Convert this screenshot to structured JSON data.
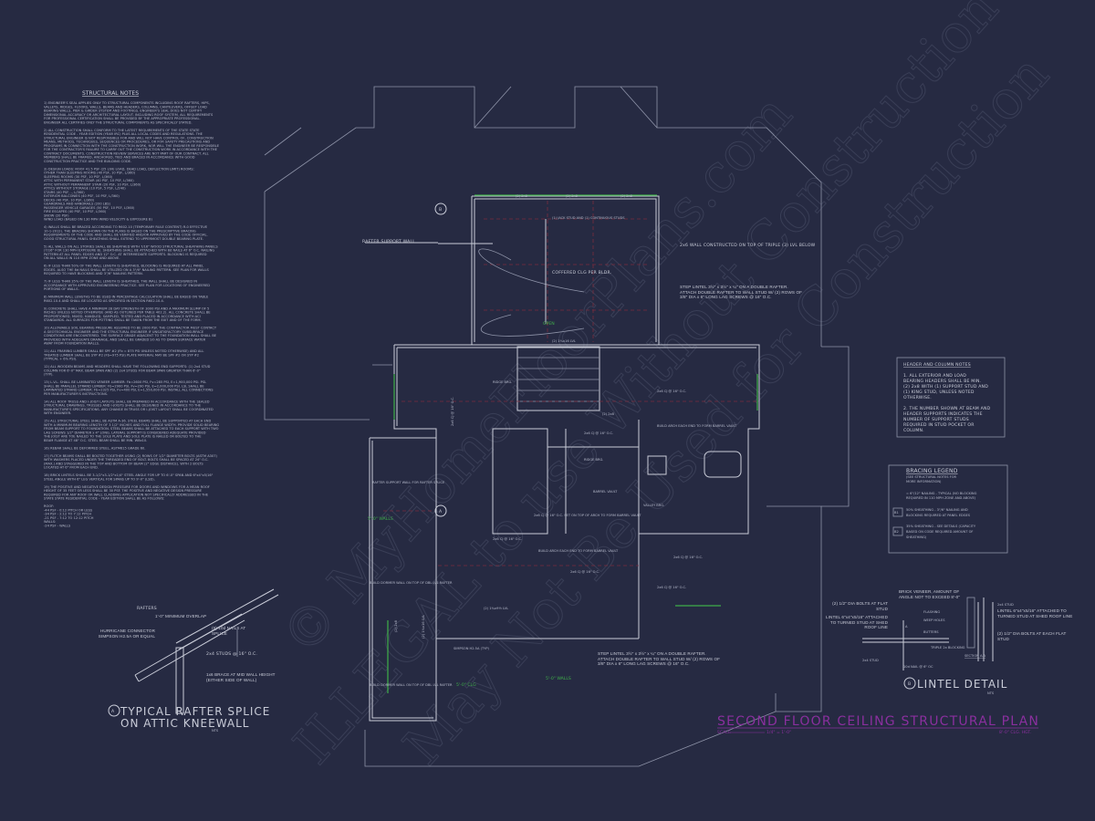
{
  "watermark": {
    "line1": "© MyHomeFloorPlans.com",
    "line2": "ILLEGAL to use Without Construction",
    "line3": "May Not Be Used for Construction"
  },
  "structural_notes": {
    "title": "STRUCTURAL NOTES",
    "lines": [
      "1) ENGINEER'S SEAL APPLIES ONLY TO STRUCTURAL COMPONENTS INCLUDING ROOF RAFTERS, HIPS,",
      "VALLEYS, RIDGES, FLOORS, WALLS, BEAMS AND HEADERS, COLUMNS, CANTILEVERS, OFFSET LOAD",
      "BEARING WALLS, PIER & GIRDER SYSTEM AND FOOTINGS. ENGINEER'S SEAL DOES NOT CERTIFY",
      "DIMENSIONAL ACCURACY OR ARCHITECTURAL LAYOUT. INCLUDING ROOF SYSTEM, ALL REQUIREMENTS",
      "FOR PROFESSIONAL CERTIFICATION SHALL BE PROVIDED BY THE APPROPRIATE PROFESSIONAL.",
      "ENGINEER ALL CERTIFIES ONLY THE STRUCTURAL COMPONENTS AS SPECIFICALLY STATED.",
      "",
      "2) ALL CONSTRUCTION SHALL CONFORM TO THE LATEST REQUIREMENTS OF THE STATE STATE",
      "RESIDENTIAL CODE - YEAR EDITION (YEAR IRC) PLUS ALL LOCAL CODES AND REGULATIONS. THE",
      "STRUCTURAL ENGINEER IS NOT RESPONSIBLE FOR AND WILL NOT HAVE CONTROL OF, CONSTRUCTION",
      "MEANS, METHODS, TECHNIQUES, SEQUENCES OR PROCEDURES, OR FOR SAFETY PRECAUTIONS AND",
      "PROGRAMS IN CONNECTION WITH THE CONSTRUCTION WORK, NOR WILL THE ENGINEER BE RESPONSIBLE",
      "FOR THE CONTRACTOR'S FAILURE TO CARRY OUT THE CONSTRUCTION WORK IN ACCORDANCE WITH THE",
      "CONTRACT DOCUMENTS. CONSTRUCTION REVIEW SERVICES ARE NOT PART OF OUR CONTRACT. ALL",
      "MEMBERS SHALL BE FRAMED, ANCHORED, TIED AND BRACED IN ACCORDANCE WITH GOOD",
      "CONSTRUCTION PRACTICE AND THE BUILDING CODE.",
      "",
      "3) DESIGN LOADS: ROOF 41.5 PSF (25 LIVE LOAD, DEAD LOAD, DEFLECTION LIMIT) ROOMS:",
      "OTHER THAN SLEEPING ROOMS (40 PSF, 10 PSF, L/360)",
      "SLEEPING ROOMS (30 PSF, 10 PSF, L/360)",
      "ATTIC WITH PERMANENT STAIR (40 PSF, 10 PSF, L/360)",
      "ATTIC WITHOUT PERMANENT STAIR (20 PSF, 10 PSF, L/360)",
      "ATTICS WITHOUT STORAGE (10 PSF, 5 PSF, L/240)",
      "STAIRS (40 PSF, -, L/360)",
      "EXTERIOR BALCONIES (40 PSF, 10 PSF, L/360)",
      "DECKS (40 PSF, 10 PSF, L/360)",
      "GUARDRAILS AND HANDRAILS (200 LBS)",
      "PASSENGER VEHICLE GARAGES (50 PSF, 10 PSF, L/360)",
      "FIRE ESCAPES (40 PSF, 10 PSF, L/360)",
      "SNOW (20 PSF)",
      "WIND LOAD (BASED ON 130 MPH WIND VELOCITY & EXPOSURE B)",
      "",
      "4) WALLS SHALL BE BRACED ACCORDING TO R602.10 (TEMPORARY RULE CONTENT) R-0 EFFECTIVE",
      "10-1-2012). THE BRACING SHOWN ON THE PLANS IS BASED ON THE PRESCRIPTIVE BRACING",
      "REQUIREMENTS OF THE CODE AND SHALL BE VERIFIED AND/OR APPROVED BY THE CODE OFFICIAL.",
      "GOOD STRUCTURAL PANEL SHEATHING SHALL EXTEND TO UPPERMOST DOUBLE BEARING PLATE.",
      "",
      "5) ALL WALLS ON ALL STORIES SHALL BE SHEATHED WITH 7/16\" WOOD STRUCTURAL SHEATHING PANELS",
      "(7/16\" FOR 130 MPH EXPOSURE B). SHEATHING SHALL BE ATTACHED WITH 8d NAILS AT 6\" O.C. NAILING",
      "PATTERN AT ALL PANEL EDGES AND 12\" O.C. AT INTERMEDIATE SUPPORTS. BLOCKING IS REQUIRED",
      "ON ALL WALLS IN 110 MPH ZONE AND ABOVE.",
      "",
      "6) IF LESS THAN 50% OF THE WALL LENGTH IS SHEATHED, BLOCKING IS REQUIRED AT ALL PANEL",
      "EDGES. ALSO THE 8d NAILS SHALL BE UTILIZED ON A 3\"/6\" NAILING PATTERN. SEE PLAN FOR WALLS",
      "REQUIRED TO HAVE BLOCKING AND 3\"/6\" NAILING PATTERN.",
      "",
      "7) IF LESS THAN 35% OF THE WALL LENGTH IS SHEATHED, THE WALL SHALL BE DESIGNED IN",
      "ACCORDANCE WITH APPROVED ENGINEERING PRACTICE. SEE PLAN FOR LOCATIONS OF ENGINEERED",
      "PORTIONS OF WALLS.",
      "",
      "8) MINIMUM WALL LENGTHS TO BE USED IN PERCENTAGE CALCULATION SHALL BE BASED ON TABLE",
      "R602.10.4 AND SHALL BE LOCATED AS SPECIFIED IN SECTION R602.10.4.",
      "",
      "9) CONCRETE SHALL HAVE A MINIMUM 28 DAY STRENGTH OF 3000 PSI AND A MAXIMUM SLUMP OF 5",
      "INCHES UNLESS NOTED OTHERWISE (AND AS OUTLINED PER TABLE 402.2). ALL CONCRETE SHALL BE",
      "PROPORTIONED, MIXED, HANDLED, SAMPLED, TESTED AND PLACED IN ACCORDANCE WITH ACI",
      "STANDARDS. ALL SURFACES FOR POTTING SHALL BE TAKEN FROM THE EXIT AND OF THE FORM.",
      "",
      "10) ALLOWABLE SOIL BEARING PRESSURE ASSUMED TO BE 2000 PSF. THE CONTRACTOR MUST CONTACT",
      "A GEOTECHNICAL ENGINEER AND THE STRUCTURAL ENGINEER IF UNSATISFACTORY SUBSURFACE",
      "CONDITIONS ARE ENCOUNTERED. THE SURFACE GRADE ADJACENT TO THE FOUNDATION WALL SHALL BE",
      "PROVIDED WITH ADEQUATE DRAINAGE, AND SHALL BE GRADED SO AS TO DRAIN SURFACE WATER",
      "AWAY FROM FOUNDATION WALLS.",
      "",
      "11) ALL FRAMING LUMBER SHALL BE SPF #2 (Fb = 875 PSI UNLESS NOTED OTHERWISE) AND ALL",
      "TREATED LUMBER SHALL BE SYP #2 (Fb=975 PSI) PLATE MATERIAL MAY BE SPF #2 OR SYP #2",
      "(TYPICAL + 6% PSI).",
      "",
      "12) ALL WOODEN BEAMS AND HEADERS SHALL HAVE THE FOLLOWING END SUPPORTS: (1) 2x4 STUD",
      "COLUMN FOR 6'-0\" MAX. BEAM SPAN AND (2) 2x4 STUDS FOR BEAM SPAN GREATER THAN 6'-0\"",
      "(TYP).",
      "",
      "13) L.V.L. SHALL BE LAMINATED VENEER LUMBER: Fb=2600 PSI, Fv=285 PSI, E=1,900,000 PSI. PSL",
      "SHALL BE PARALLEL STRAND LUMBER: Fb=2900 PSI, Fv=290 PSI, E=2,000,000 PSI. LSL SHALL BE",
      "LAMINATED STRAND LUMBER: Fb=2325 PSI, Fv=400 PSI, E=1,550,000 PSI. INSTALL ALL CONNECTIONS",
      "PER MANUFACTURER'S INSTRUCTIONS.",
      "",
      "14) ALL ROOF TRUSS AND I-JOIST LAYOUTS SHALL BE PREPARED IN ACCORDANCE WITH THE SEALED",
      "STRUCTURAL DRAWINGS. TRUSSES AND I-JOISTS SHALL BE DESIGNED IN ACCORDANCE TO THE",
      "MANUFACTURE'S SPECIFICATIONS. ANY CHANGE IN TRUSS OR I-JOIST LAYOUT SHALL BE COORDINATED",
      "WITH ENGINEER.",
      "",
      "15) ALL STRUCTURAL STEEL SHALL BE ASTM A-36. STEEL BEAMS SHALL BE SUPPORTED AT EACH END",
      "WITH A MINIMUM BEARING LENGTH OF 3 1/2\" INCHES AND FULL FLANGE WIDTH. PROVIDE SOLID BEARING",
      "FROM BEAM SUPPORT TO FOUNDATION. STEEL BEAMS SHALL BE ATTACHED TO EACH SUPPORT WITH TWO",
      "LAG SCREWS 1/2\" DIAMETER x 4\" LONG. LATERAL SUPPORT IS CONSIDERED ADEQUATE PROVIDED",
      "THE JOIST ARE TOE NAILED TO THE SOLE PLATE AND SOLE PLATE IS NAILED OR BOLTED TO THE",
      "BEAM FLANGE AT 48\" O.C. STEEL BEAM SHALL BE MIN. W8x10.",
      "",
      "16) REBAR SHALL BE DEFORMED STEEL, ASTM615 GRADE 60.",
      "",
      "17) FLITCH BEAMS SHALL BE BOLTED TOGETHER USING (2) ROWS OF 1/2\" DIAMETER BOLTS (ASTM A307)",
      "WITH WASHERS PLACED UNDER THE THREADED END OF BOLT. BOLTS SHALL BE SPACED AT 24\" O.C.",
      "(MAX.) AND STAGGERED IN THE TOP AND BOTTOM OF BEAM (2\" EDGE DISTANCE). WITH 2 BOLTS",
      "LOCATED AT 6\" FROM EACH END.",
      "",
      "18) BRICK LINTELS SHALL BE 3-1/2\"x3-1/2\"x1/4\" STEEL ANGLE FOR UP TO 6'-0\" SPAN AND 6\"x4\"x5/16\"",
      "STEEL ANGLE WITH 6\" LEG VERTICAL FOR SPANS UP TO 9'-0\" (LSD).",
      "",
      "19) THE POSITIVE AND NEGATIVE DESIGN PRESSURE FOR DOORS AND WINDOWS FOR A MEAN ROOF",
      "HEIGHT OF 35 FEET OR LESS SHALL BE 30 PSF. THE POSITIVE AND NEGATIVE DESIGN PRESSURE",
      "REQUIRED FOR ANY ROOF OR WALL CLADDING APPLICATION NOT SPECIFICALLY ADDRESSED IN THE",
      "STATE STATE RESIDENTIAL CODE - YEAR EDITION SHALL BE AS FOLLOWS:",
      "",
      "ROOF:",
      "  -44 PSF - 0:12 PITCH OR LESS",
      "  -34 PSF - 2:12 TO 7:12 PITCH",
      "  -21 PSF - 7:12 TO 12:12 PITCH",
      "WALLS:",
      "  -24 PSF - WALLS"
    ]
  },
  "rafter_detail": {
    "labels": {
      "rafters": "RAFTERS",
      "overlap": "1'-0\" MINIMUM OVERLAP",
      "hurricane": "HURRICANE CONNECTOR SIMPSON H2.5A OR EQUAL",
      "nails": "(6) 10d NAILS AT SPLICE",
      "studs": "2x4 STUDS @ 16\" O.C.",
      "brace": "1x6 BRACE AT MID WALL HEIGHT (EITHER SIDE OF WALL)"
    },
    "marker": "A",
    "title_line1": "TYPICAL RAFTER SPLICE",
    "title_line2": "ON ATTIC KNEEWALL",
    "scale": "NTS"
  },
  "header_notes": {
    "title": "HEADER AND COLUMN NOTES",
    "note1": [
      "1. ALL EXTERIOR AND LOAD",
      "BEARING HEADERS SHALL BE MIN.",
      "(2) 2x8 WITH (1) SUPPORT STUD AND",
      "(1) KING STUD, UNLESS NOTED",
      "OTHERWISE."
    ],
    "note2": [
      "2. THE NUMBER SHOWN AT BEAM AND",
      "HEADER SUPPORTS INDICATES THE",
      "NUMBER OF SUPPORT STUDS",
      "REQUIRED IN STUD POCKET OR",
      "COLUMN."
    ]
  },
  "bracing_legend": {
    "title": "BRACING LEGEND",
    "subtitle": [
      "(SEE STRUCTURAL NOTES FOR",
      "MORE INFORMATION)"
    ],
    "item0": [
      "= 6\"/12\" NAILING - TYPICAL (NO BLOCKING",
      "REQUIRED IN 110 MPH ZONE AND ABOVE)"
    ],
    "item1_tag": "B1",
    "item1": [
      "50% SHEATHING - 3\"/6\" NAILING AND",
      "BLOCKING REQUIRED AT PANEL EDGES"
    ],
    "item2_tag": "B2",
    "item2": [
      "35% SHEATHING - SEE DETAILS (CAPACITY",
      "BASED ON CODE REQUIRED AMOUNT OF",
      "SHEATHING)"
    ]
  },
  "lintel_detail": {
    "labels": {
      "brick": "BRICK VENEER, AMOUNT OF ANGLE NOT TO EXCEED 8'-0\"",
      "flashing": "FLASHING",
      "weep": "WEEP HOLES",
      "butters": "BUTTERS",
      "stud_top": "2x4 STUD",
      "lintel_right": "LINTEL 6\"x4\"x5/16\" ATTACHED TO TURNED STUD AT SHED ROOF LINE",
      "bolts_left": "(2) 1/2\" DIA BOLTS AT FLAT STUD",
      "lintel_left": "LINTEL 6\"x4\"x5/16\" ATTACHED TO TURNED STUD AT SHED ROOF LINE",
      "bolts_right": "(2) 1/2\" DIA BOLTS AT EACH FLAT STUD",
      "triple": "TRIPLE 2x BLOCKING",
      "stud_bottom": "2x4 STUD",
      "nail": "10d NAIL @ 6\" OC",
      "section": "SECTION A-A",
      "cut": "A"
    },
    "marker": "B",
    "title": "LINTEL DETAIL",
    "scale": "NTS"
  },
  "plan": {
    "labels": {
      "rafter_support_wall": "RAFTER SUPPORT WALL",
      "hdr1": "(2) 2x8",
      "hdr2": "(2) 2x8",
      "hdr3": "(2) 2x8",
      "jack": "(1) JACK STUD AND (1) CONTINUOUS STUDS",
      "wall_2x6": "2x6 WALL CONSTRUCTED ON TOP OF TRIPLE (3) LVL BELOW",
      "coffered": "COFFERED CLG PER BLDR.",
      "open": "OPEN",
      "step": "STEP LINTEL 3½\" x 3½\" x ¼\" ON A DOUBLE RAFTER. ATTACH DOUBLE RAFTER TO WALL STUD W/ (2) ROWS OF 3/8\" DIA x 6\" LONG LAG SCREWS @ 16\" O.C.",
      "lvl_top": "(2) 1¾x16 LVL",
      "ridge": "RIDGE BRG.",
      "cj_left": "2x6 CJ @ 16\" O.C.",
      "cj_mid": "2x6 CJ @ 16\" O.C.",
      "cj_mid2": "(2) 2x8",
      "arch_right": "BUILD ARCH EACH END TO FORM BARREL VAULT",
      "cj_a": "2x6 CJ @ 16\" O.C.",
      "ridge2": "RIDGE BRG.",
      "barrel": "BARREL VAULT",
      "valley": "VALLEY BRG.",
      "rafter_splice": "RAFTER SUPPORT WALL FOR RAFTER SPLICE",
      "walls_left": "5'-0\" WALLS",
      "set_top": "2x6 CJ @ 16\" O.C. SET ON TOP OF ARCH TO FORM BARREL VAULT",
      "arch_bottom": "BUILD ARCH EACH END TO FORM BARREL VAULT",
      "cj_b": "2x6 CJ @ 16\" O.C.",
      "cj_c": "2x6 CJ @ 16\" O.C.",
      "cj_d": "2x6 CJ @ 16\" O.C.",
      "cj_e": "2x6 CJ @ 16\" O.C.",
      "lvl_bottom": "(2) 1¾x9½ LVL",
      "dormer1": "BUILD DORMER WALL ON TOP OF DBL LVL RAFTER",
      "dormer2": "BUILD DORMER WALL ON TOP OF DBL LVL RAFTER",
      "simpson": "SIMPSON H2.5A (TYP)",
      "walls_mid": "5'-0\" CLG",
      "walls_right": "5'-0\" WALLS",
      "step2": "STEP LINTEL 3½\" x 3½\" x ¼\" ON A DOUBLE RAFTER. ATTACH DOUBLE RAFTER TO WALL STUD W/ (2) ROWS OF 3/8\" DIA x 6\" LONG LAG SCREWS @ 16\" O.C.",
      "lvl_v": "(2) 1¾x16 LVL",
      "hdr_v": "(2) 2x8",
      "marker_a": "A",
      "marker_b": "B"
    }
  },
  "title_block": {
    "title": "SECOND FLOOR CEILING STRUCTURAL PLAN",
    "scale_label": "SCALE",
    "scale_value": "1/4\" = 1'-0\"",
    "ceiling": "8'-0\" CLG. HGT."
  },
  "colors": {
    "background": "#262a42",
    "lines": "#c9ccd8",
    "title": "#8a2f9e",
    "open": "#3fae4a"
  }
}
